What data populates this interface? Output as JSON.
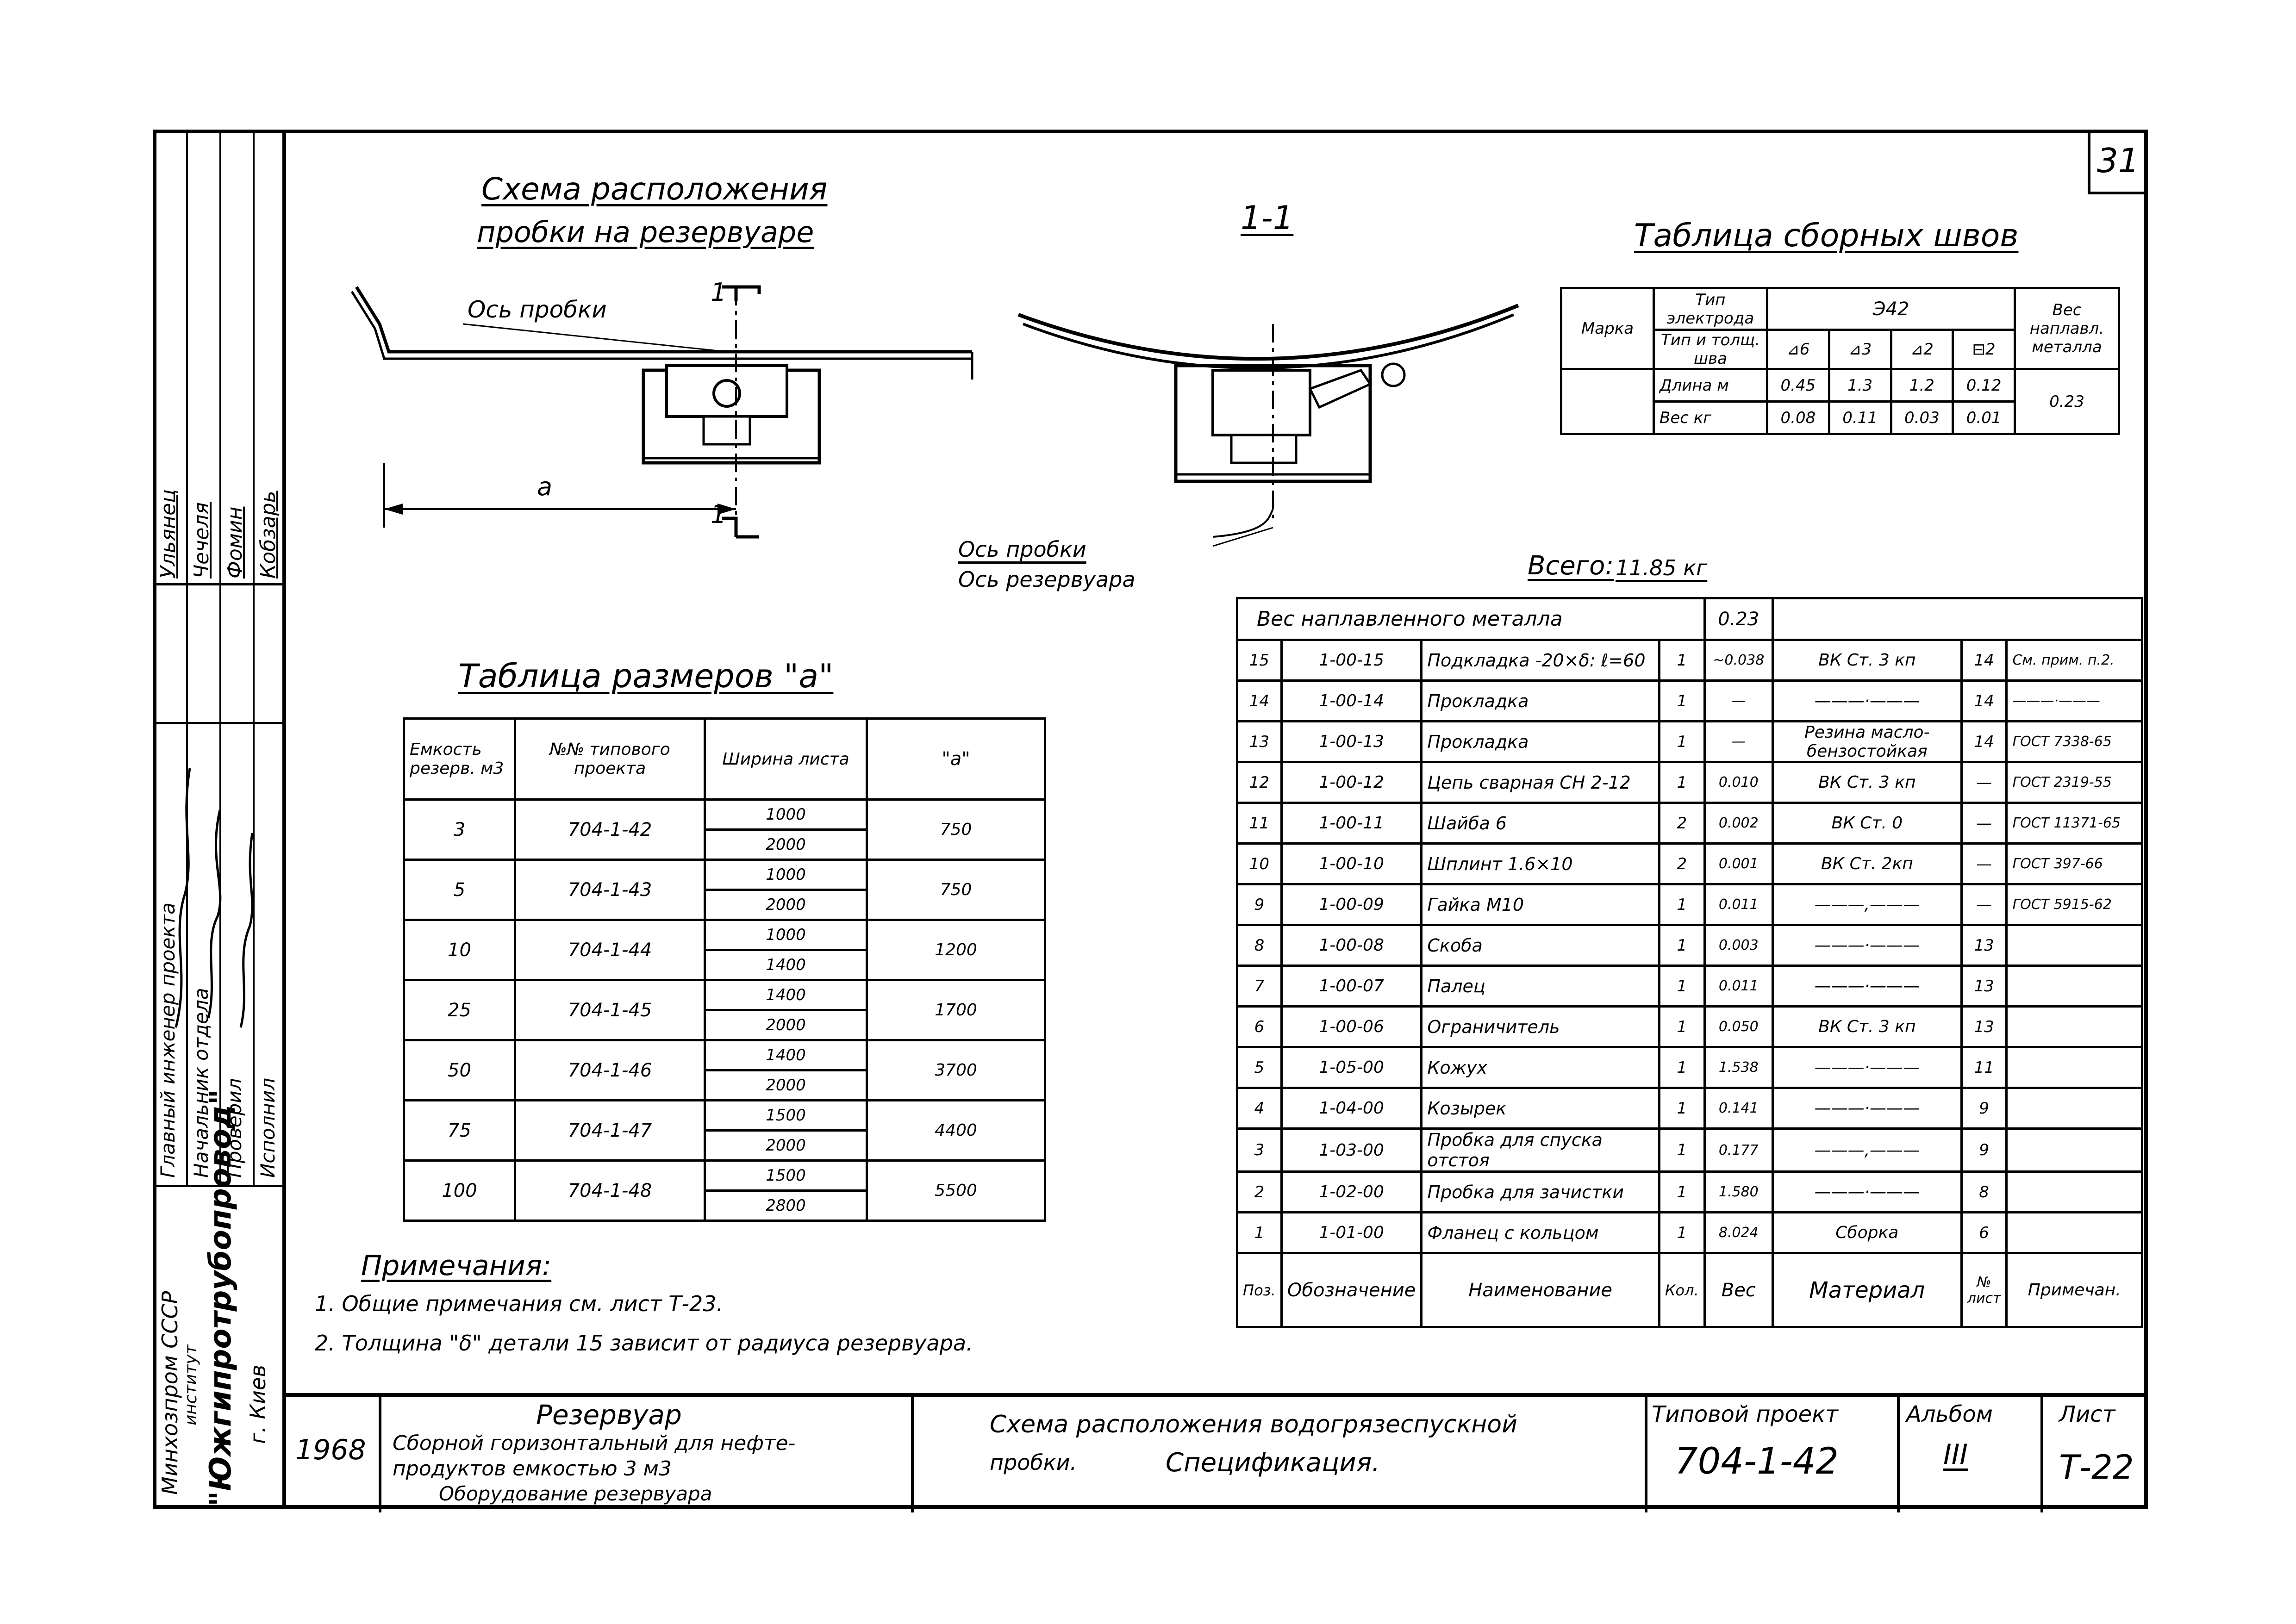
{
  "sheet_number_corner": "31",
  "scheme": {
    "title_line1": "Схема расположения",
    "title_line2": "пробки на резервуаре",
    "axis_label": "Ось пробки",
    "section_mark": "1",
    "dim_label": "a"
  },
  "section": {
    "title": "1-1",
    "label_line1": "Ось пробки",
    "label_line2": "Ось резервуара"
  },
  "weld_table": {
    "title": "Таблица сборных швов",
    "mark_header": "Марка",
    "electrode_type_label": "Тип электрода",
    "electrode_value": "Э42",
    "weld_type_label": "Тип и толщ. шва",
    "weld_symbols": [
      "6",
      "3",
      "2",
      "2"
    ],
    "weight_header": "Вес наплавл. металла",
    "length_label": "Длина м",
    "lengths": [
      "0.45",
      "1.3",
      "1.2",
      "0.12"
    ],
    "weight_label": "Вес кг",
    "weights": [
      "0.08",
      "0.11",
      "0.03",
      "0.01"
    ],
    "total_weight": "0.23"
  },
  "total": {
    "label": "Всего:",
    "value": "11.85 кг"
  },
  "size_table": {
    "title": "Таблица размеров \"a\"",
    "headers": [
      "Емкость резерв. м3",
      "№№ типового проекта",
      "Ширина листа",
      "\"a\""
    ],
    "rows": [
      {
        "cap": "3",
        "proj": "704-1-42",
        "widths": [
          "1000",
          "2000"
        ],
        "a": "750"
      },
      {
        "cap": "5",
        "proj": "704-1-43",
        "widths": [
          "1000",
          "2000"
        ],
        "a": "750"
      },
      {
        "cap": "10",
        "proj": "704-1-44",
        "widths": [
          "1000",
          "1400"
        ],
        "a": "1200"
      },
      {
        "cap": "25",
        "proj": "704-1-45",
        "widths": [
          "1400",
          "2000"
        ],
        "a": "1700"
      },
      {
        "cap": "50",
        "proj": "704-1-46",
        "widths": [
          "1400",
          "2000"
        ],
        "a": "3700"
      },
      {
        "cap": "75",
        "proj": "704-1-47",
        "widths": [
          "1500",
          "2000"
        ],
        "a": "4400"
      },
      {
        "cap": "100",
        "proj": "704-1-48",
        "widths": [
          "1500",
          "2800"
        ],
        "a": "5500"
      }
    ]
  },
  "notes": {
    "title": "Примечания:",
    "items": [
      "1. Общие примечания см. лист Т-23.",
      "2. Толщина \"δ\" детали 15 зависит от радиуса резервуара."
    ]
  },
  "spec": {
    "metal_row_label": "Вес наплавленного металла",
    "metal_row_value": "0.23",
    "headers": [
      "Поз.",
      "Обозначение",
      "Наименование",
      "Кол.",
      "Вес",
      "Материал",
      "№ лист",
      "Примечан."
    ],
    "rows": [
      {
        "pos": "15",
        "code": "1-00-15",
        "name": "Подкладка -20×δ: ℓ=60",
        "qty": "1",
        "w": "~0.038",
        "mat": "ВК Ст. 3 кп",
        "sh": "14",
        "note": "См. прим. п.2."
      },
      {
        "pos": "14",
        "code": "1-00-14",
        "name": "Прокладка",
        "qty": "1",
        "w": "—",
        "mat": "———·———",
        "sh": "14",
        "note": "———·———"
      },
      {
        "pos": "13",
        "code": "1-00-13",
        "name": "Прокладка",
        "qty": "1",
        "w": "—",
        "mat": "Резина масло-бензостойкая",
        "sh": "14",
        "note": "ГОСТ 7338-65"
      },
      {
        "pos": "12",
        "code": "1-00-12",
        "name": "Цепь сварная СН 2-12",
        "qty": "1",
        "w": "0.010",
        "mat": "ВК Ст. 3 кп",
        "sh": "—",
        "note": "ГОСТ 2319-55"
      },
      {
        "pos": "11",
        "code": "1-00-11",
        "name": "Шайба 6",
        "qty": "2",
        "w": "0.002",
        "mat": "ВК Ст. 0",
        "sh": "—",
        "note": "ГОСТ 11371-65"
      },
      {
        "pos": "10",
        "code": "1-00-10",
        "name": "Шплинт 1.6×10",
        "qty": "2",
        "w": "0.001",
        "mat": "ВК Ст. 2кп",
        "sh": "—",
        "note": "ГОСТ 397-66"
      },
      {
        "pos": "9",
        "code": "1-00-09",
        "name": "Гайка М10",
        "qty": "1",
        "w": "0.011",
        "mat": "———,———",
        "sh": "—",
        "note": "ГОСТ 5915-62"
      },
      {
        "pos": "8",
        "code": "1-00-08",
        "name": "Скоба",
        "qty": "1",
        "w": "0.003",
        "mat": "———·———",
        "sh": "13",
        "note": ""
      },
      {
        "pos": "7",
        "code": "1-00-07",
        "name": "Палец",
        "qty": "1",
        "w": "0.011",
        "mat": "———·———",
        "sh": "13",
        "note": ""
      },
      {
        "pos": "6",
        "code": "1-00-06",
        "name": "Ограничитель",
        "qty": "1",
        "w": "0.050",
        "mat": "ВК Ст. 3 кп",
        "sh": "13",
        "note": ""
      },
      {
        "pos": "5",
        "code": "1-05-00",
        "name": "Кожух",
        "qty": "1",
        "w": "1.538",
        "mat": "———·———",
        "sh": "11",
        "note": ""
      },
      {
        "pos": "4",
        "code": "1-04-00",
        "name": "Козырек",
        "qty": "1",
        "w": "0.141",
        "mat": "———·———",
        "sh": "9",
        "note": ""
      },
      {
        "pos": "3",
        "code": "1-03-00",
        "name": "Пробка для спуска отстоя",
        "qty": "1",
        "w": "0.177",
        "mat": "———,———",
        "sh": "9",
        "note": ""
      },
      {
        "pos": "2",
        "code": "1-02-00",
        "name": "Пробка для зачистки",
        "qty": "1",
        "w": "1.580",
        "mat": "———·———",
        "sh": "8",
        "note": ""
      },
      {
        "pos": "1",
        "code": "1-01-00",
        "name": "Фланец с кольцом",
        "qty": "1",
        "w": "8.024",
        "mat": "Сборка",
        "sh": "6",
        "note": ""
      }
    ]
  },
  "title_block": {
    "year": "1968",
    "object_title": "Резервуар",
    "object_line2": "Сборной горизонтальный для нефте-",
    "object_line3": "продуктов емкостью 3 м3",
    "object_line4": "Оборудование резервуара",
    "drawing_line1": "Схема расположения водогрязеспускной",
    "drawing_line2": "пробки.",
    "drawing_line3": "Спецификация.",
    "project_label": "Типовой проект",
    "project_value": "704-1-42",
    "album_label": "Альбом",
    "album_value": "III",
    "sheet_label": "Лист",
    "sheet_value": "Т-22"
  },
  "side_stamp": {
    "ministry": "Минхозпром СССР",
    "institute_label": "институт",
    "institute": "\"Южгипротрубопровод\"",
    "city": "г. Киев",
    "roles": [
      "Главный инженер проекта",
      "Начальник отдела",
      "Проверил",
      "Исполнил"
    ],
    "names": [
      "Ульянец",
      "Чечеля",
      "Фомин",
      "Кобзарь"
    ]
  }
}
